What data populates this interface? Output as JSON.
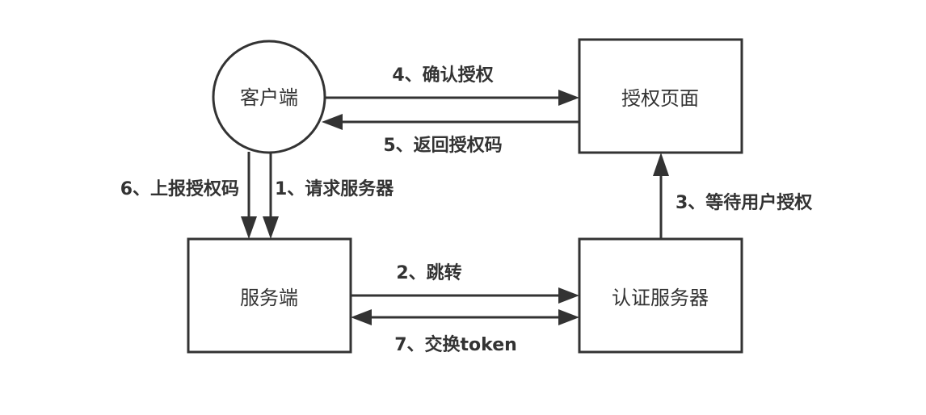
{
  "nodes": {
    "client": "客户端",
    "auth_page": "授权页面",
    "server": "服务端",
    "auth_server": "认证服务器"
  },
  "edges": {
    "step1": "1、请求服务器",
    "step2": "2、跳转",
    "step3": "3、等待用户授权",
    "step4": "4、确认授权",
    "step5": "5、返回授权码",
    "step6": "6、上报授权码",
    "step7": "7、交换token"
  },
  "colors": {
    "stroke": "#333333",
    "text": "#333333",
    "background": "#ffffff"
  }
}
